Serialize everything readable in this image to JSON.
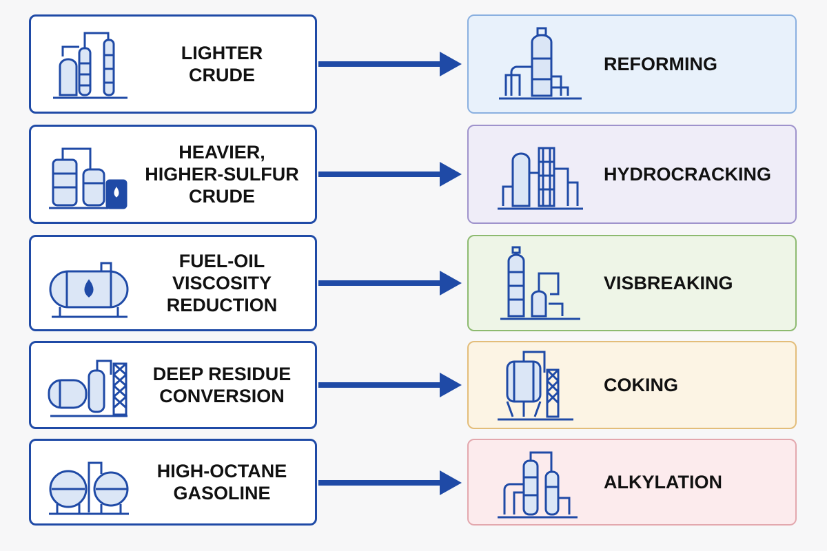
{
  "colors": {
    "left_border": "#1f4aa6",
    "arrow": "#1f4aa6",
    "icon_stroke": "#1f4aa6"
  },
  "rows": [
    {
      "input": "LIGHTER\nCRUDE",
      "input_icon": "distillation-columns-icon",
      "process": "REFORMING",
      "process_icon": "reformer-unit-icon",
      "process_border": "#8ab0e0",
      "process_fill": "#e8f1fb"
    },
    {
      "input": "HEAVIER,\nHIGHER-SULFUR\nCRUDE",
      "input_icon": "storage-tanks-oil-drum-icon",
      "process": "HYDROCRACKING",
      "process_icon": "hydrocracker-unit-icon",
      "process_border": "#9f93cc",
      "process_fill": "#efedf8"
    },
    {
      "input": "FUEL-OIL\nVISCOSITY\nREDUCTION",
      "input_icon": "horizontal-oil-tank-icon",
      "process": "VISBREAKING",
      "process_icon": "visbreaker-unit-icon",
      "process_border": "#8dba70",
      "process_fill": "#eef5e7"
    },
    {
      "input": "DEEP RESIDUE\nCONVERSION",
      "input_icon": "residue-processing-plant-icon",
      "process": "COKING",
      "process_icon": "coker-unit-icon",
      "process_border": "#e3bd7a",
      "process_fill": "#fcf4e4"
    },
    {
      "input": "HIGH-OCTANE\nGASOLINE",
      "input_icon": "spherical-tanks-icon",
      "process": "ALKYLATION",
      "process_icon": "alkylation-unit-icon",
      "process_border": "#e3a8ae",
      "process_fill": "#fcebed"
    }
  ]
}
